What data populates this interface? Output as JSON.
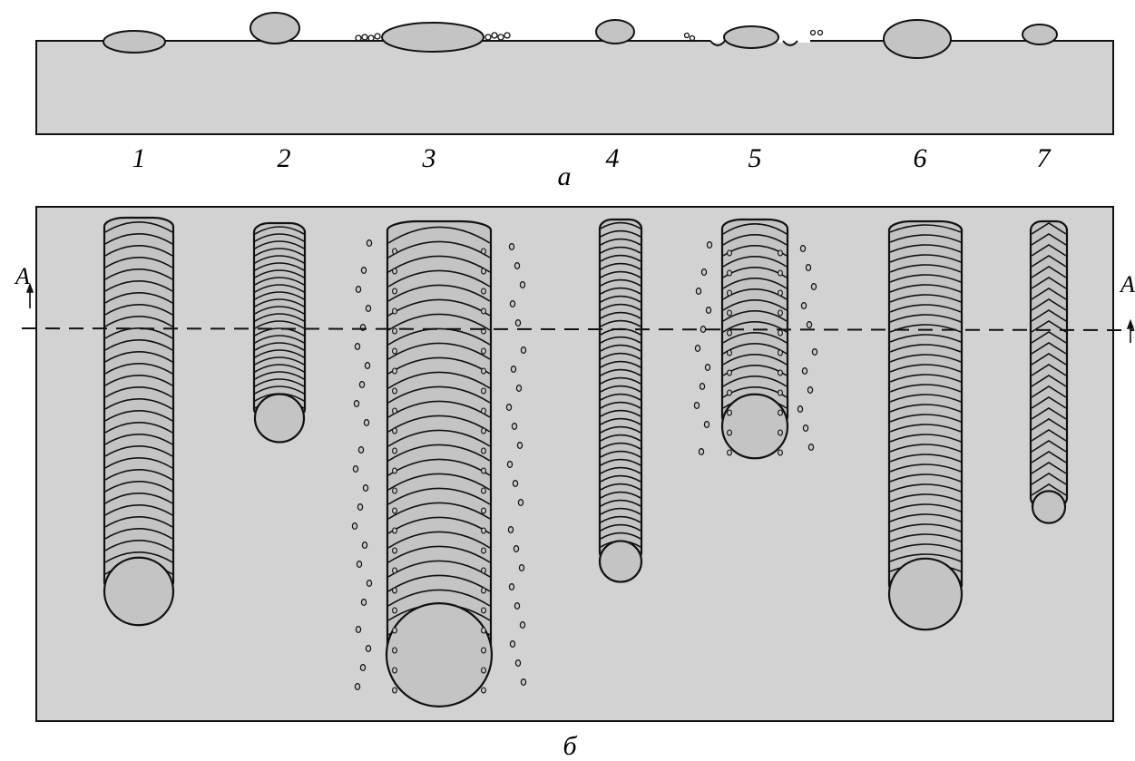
{
  "colors": {
    "panel_fill": "#d2d2d2",
    "bead_fill": "#c4c4c4",
    "outline": "#111111",
    "spatter_fill": "#c8c8c8"
  },
  "labels": {
    "panel_a": "а",
    "panel_b": "б",
    "section_left": "A",
    "section_right": "A"
  },
  "beads": [
    {
      "id": "1",
      "label": "1",
      "top_shape": "flat-ellipse",
      "spatter": false,
      "undercut": false,
      "ripples": "arcs"
    },
    {
      "id": "2",
      "label": "2",
      "top_shape": "raised-oval",
      "spatter": false,
      "undercut": false,
      "ripples": "dense-arcs"
    },
    {
      "id": "3",
      "label": "3",
      "top_shape": "wide-ellipse",
      "spatter": true,
      "undercut": false,
      "ripples": "arcs"
    },
    {
      "id": "4",
      "label": "4",
      "top_shape": "raised-oval",
      "spatter": false,
      "undercut": false,
      "ripples": "dense-arcs"
    },
    {
      "id": "5",
      "label": "5",
      "top_shape": "ellipse",
      "spatter": true,
      "undercut": true,
      "ripples": "arcs"
    },
    {
      "id": "6",
      "label": "6",
      "top_shape": "large-oval",
      "spatter": false,
      "undercut": false,
      "ripples": "flat-arcs"
    },
    {
      "id": "7",
      "label": "7",
      "top_shape": "small-oval",
      "spatter": false,
      "undercut": false,
      "ripples": "chevrons"
    }
  ]
}
